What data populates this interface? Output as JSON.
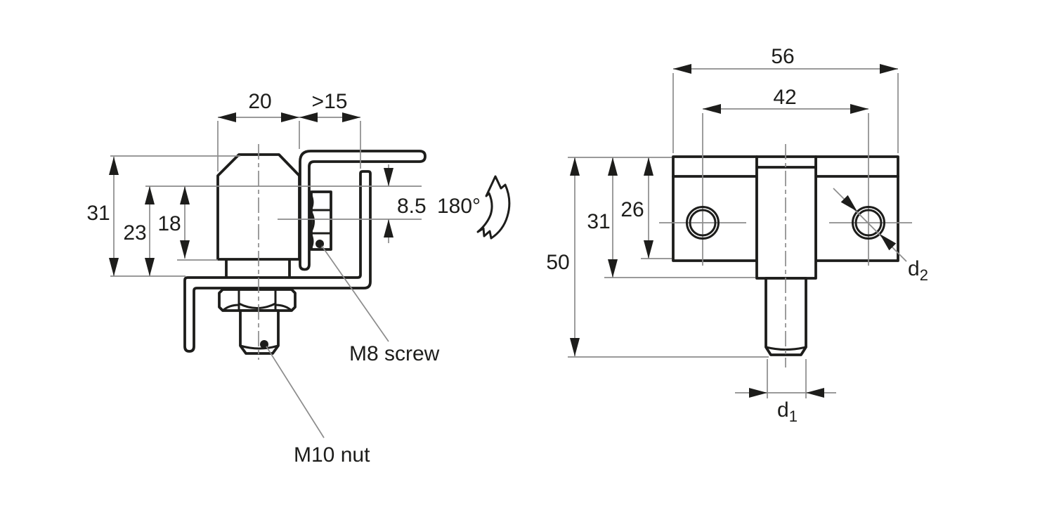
{
  "side_view": {
    "body_width": "20",
    "min_clearance": ">15",
    "total_height": "31",
    "base_to_pivot": "23",
    "body_bottom_to_pivot": "18",
    "pivot_to_screw_offset": "8.5",
    "swing_angle": "180°",
    "screw_label": "M8 screw",
    "nut_label": "M10 nut"
  },
  "front_view": {
    "overall_width": "56",
    "hole_spacing": "42",
    "total_height": "50",
    "flange_height": "31",
    "body_height": "26",
    "stud_dia_symbol": "d",
    "stud_dia_sub": "1",
    "hole_dia_symbol": "d",
    "hole_dia_sub": "2"
  },
  "icons": {
    "rotation_icon": "curved-180-degree-swing-arrow"
  },
  "colors": {
    "outline": "#1d1d1b",
    "dimension_line": "#8c8c8c",
    "background": "#ffffff"
  }
}
